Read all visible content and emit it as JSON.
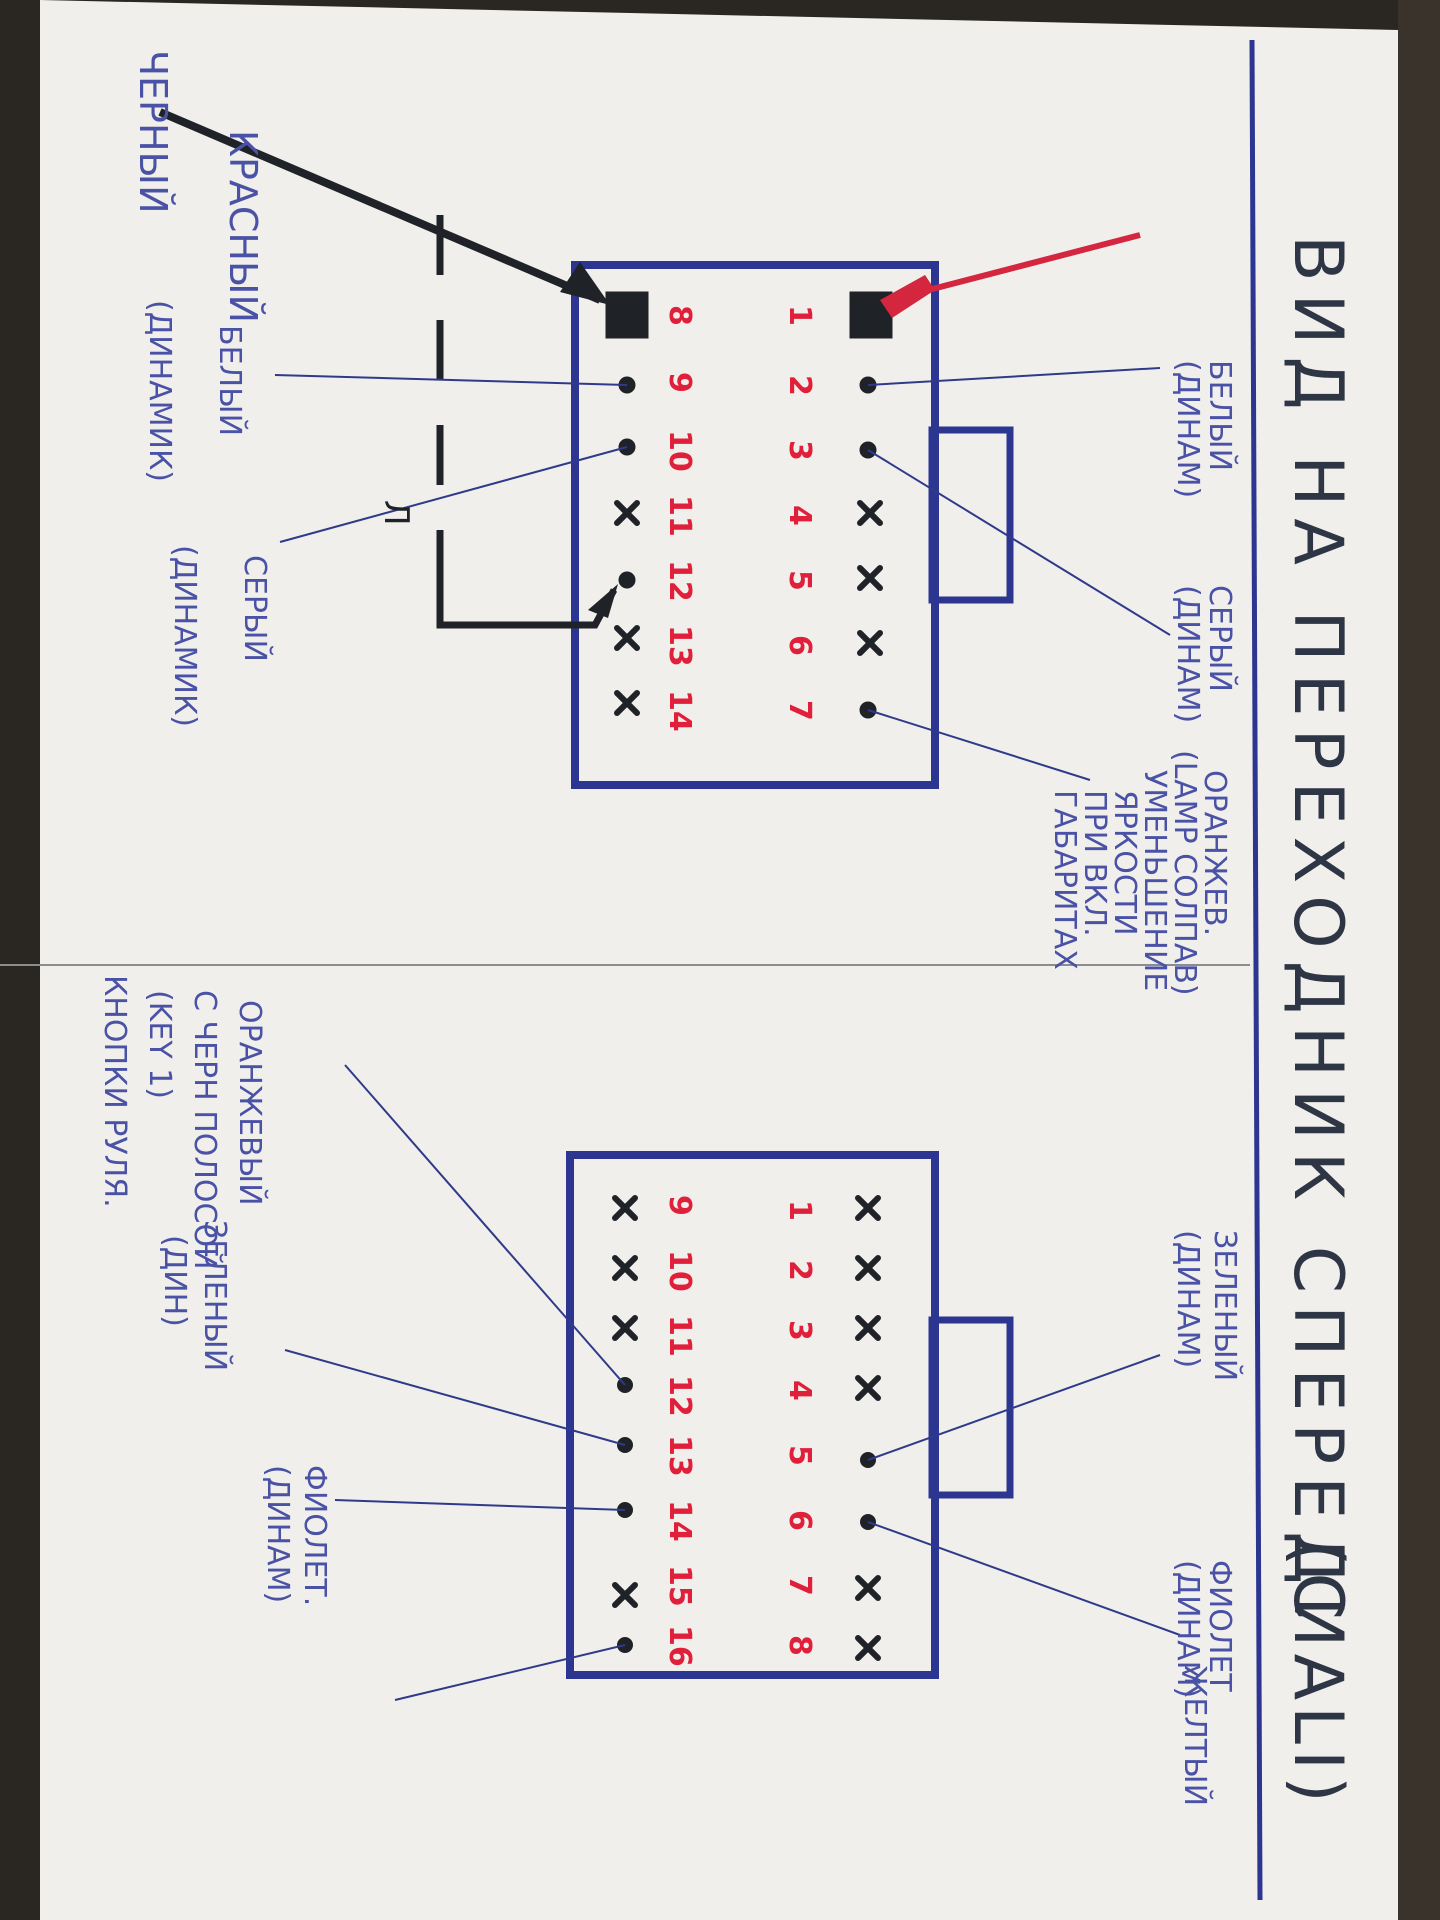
{
  "title": "ВИД НА ПЕРЕХОДНИК СПЕРЕДИ",
  "subtitle": "(С ALI)",
  "left_connector": {
    "top_row_numbers": [
      "1",
      "2",
      "3",
      "4",
      "5",
      "6",
      "7"
    ],
    "bottom_row_numbers": [
      "8",
      "9",
      "10",
      "11",
      "12",
      "13",
      "14"
    ],
    "labels": {
      "red": "КРАСНЫЙ",
      "black": "ЧЕРНЫЙ",
      "white_dyn_line1": "БЕЛЫЙ",
      "white_dyn_line2": "(ДИНАМ)",
      "white_dyn2_line1": "БЕЛЫЙ",
      "white_dyn2_line2": "(ДИНАМИК)",
      "gray_dyn_line1": "СЕРЫЙ",
      "gray_dyn_line2": "(ДИНАМ)",
      "gray_dyn2_line1": "СЕРЫЙ",
      "gray_dyn2_line2": "(ДИНАМИК)",
      "orange_line1": "ОРАНЖЕВ.",
      "orange_line2": "(LAMP СОЛПАВ)",
      "orange_line3": "УМЕНЬШЕНИЕ",
      "orange_line4": "ЯРКОСТИ",
      "orange_line5": "ПРИ ВКЛ.",
      "orange_line6": "ГАБАРИТАХ",
      "mark": "Л"
    }
  },
  "right_connector": {
    "top_row_numbers": [
      "1",
      "2",
      "3",
      "4",
      "5",
      "6",
      "7",
      "8"
    ],
    "bottom_row_numbers": [
      "9",
      "10",
      "11",
      "12",
      "13",
      "14",
      "15",
      "16"
    ],
    "labels": {
      "green_dyn_line1": "ЗЕЛЕНЫЙ",
      "green_dyn_line2": "(ДИНАМ)",
      "violet_dyn_line1": "ФИОЛЕТ",
      "violet_dyn_line2": "(ДИНАМ)",
      "yellow": "ЖЕЛТЫЙ",
      "violet2_line1": "ФИОЛЕТ.",
      "violet2_line2": "(ДИНАМ)",
      "green2_line1": "ЗЕЛЕНЫЙ",
      "green2_line2": "(ДИН)",
      "orwhite_line1": "ОРАНЖЕВЫЙ",
      "orwhite_line2": "С ЧЕРН ПОЛОСОЙ",
      "orwhite_line3": "(KEY 1)",
      "orwhite_line4": "КНОПКИ РУЛЯ."
    }
  },
  "colors": {
    "paper": "#f2f1ee",
    "box_blue": "#2c3590",
    "number_red": "#e0203a",
    "ink_dark": "#1f2227",
    "label_blue": "#4a52a6",
    "wire_red": "#d4263e"
  }
}
